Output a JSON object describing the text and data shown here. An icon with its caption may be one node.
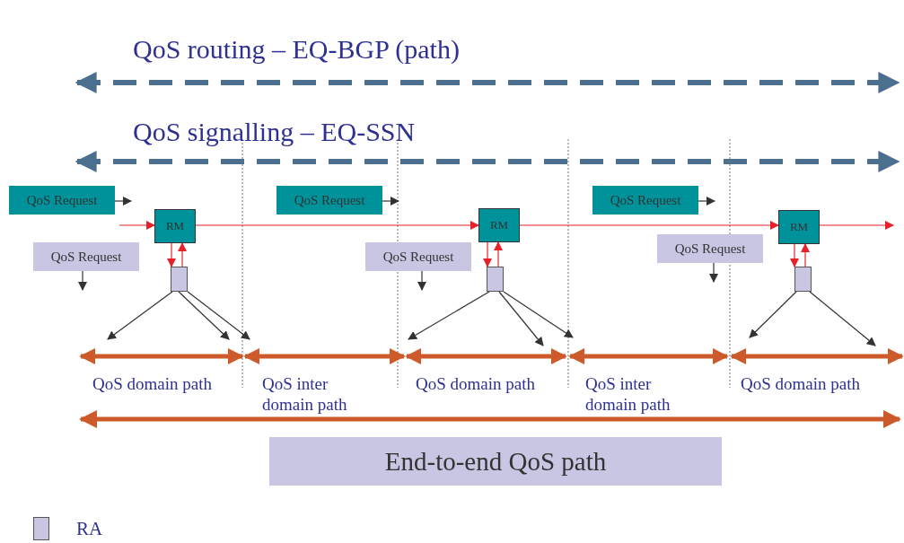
{
  "diagram": {
    "nodes": [
      {
        "text": [
          "QoS Request"
        ]
      },
      {
        "text": [
          "RM"
        ]
      },
      {
        "text": [
          "QoS Request"
        ]
      },
      {
        "text": [],
        "shape": "box"
      },
      {
        "text": [
          "QoS Request"
        ]
      },
      {
        "text": [
          "RM"
        ]
      },
      {
        "text": [
          "QoS Request"
        ]
      },
      {
        "text": [],
        "shape": "box"
      },
      {
        "text": [
          "QoS Request"
        ]
      },
      {
        "text": [
          "RM"
        ]
      },
      {
        "text": [
          "QoS Request"
        ]
      },
      {
        "text": [],
        "shape": "box"
      },
      {
        "text": [
          "End-to-end QoS path"
        ]
      }
    ],
    "edges": [
      {
        "from": null,
        "to": 1,
        "arrow": "to",
        "color": "#e8202a"
      },
      {
        "from": 1,
        "to": 5,
        "arrow": "to",
        "color": "#e8202a"
      },
      {
        "from": 5,
        "to": 9,
        "arrow": "to",
        "color": "#e8202a"
      },
      {
        "from": 9,
        "to": null,
        "arrow": "to",
        "color": "#e8202a"
      },
      {
        "from": 1,
        "to": 3,
        "arrow": "to",
        "color": "#e8202a"
      },
      {
        "from": 3,
        "to": 1,
        "arrow": "to",
        "color": "#e8202a"
      },
      {
        "from": 5,
        "to": 7,
        "arrow": "to",
        "color": "#e8202a"
      },
      {
        "from": 7,
        "to": 5,
        "arrow": "to",
        "color": "#e8202a"
      },
      {
        "from": 9,
        "to": 11,
        "arrow": "to",
        "color": "#e8202a"
      },
      {
        "from": 11,
        "to": 9,
        "arrow": "to",
        "color": "#e8202a"
      },
      {
        "from": 0,
        "to": null,
        "arrow": "to"
      },
      {
        "from": 2,
        "to": null,
        "arrow": "to"
      },
      {
        "from": 4,
        "to": null,
        "arrow": "to"
      },
      {
        "from": 6,
        "to": null,
        "arrow": "to"
      },
      {
        "from": 8,
        "to": null,
        "arrow": "to"
      },
      {
        "from": 10,
        "to": null,
        "arrow": "to"
      },
      {
        "from": 3,
        "to": null,
        "arrow": "to"
      },
      {
        "from": 3,
        "to": null,
        "arrow": "to"
      },
      {
        "from": 3,
        "to": null,
        "arrow": "to"
      },
      {
        "from": 7,
        "to": null,
        "arrow": "to"
      },
      {
        "from": 7,
        "to": null,
        "arrow": "to"
      },
      {
        "from": 7,
        "to": null,
        "arrow": "to"
      },
      {
        "from": 11,
        "to": null,
        "arrow": "to"
      },
      {
        "from": 11,
        "to": null,
        "arrow": "to"
      }
    ],
    "labels": [
      "QoS routing – EQ-BGP (path)",
      "QoS signalling – EQ-SSN",
      "QoS domain path",
      "QoS inter domain path",
      "QoS domain path",
      "QoS inter domain path",
      "QoS domain path"
    ],
    "legend": [
      {
        "text": "RA",
        "color": "#c8c6e2"
      }
    ]
  }
}
